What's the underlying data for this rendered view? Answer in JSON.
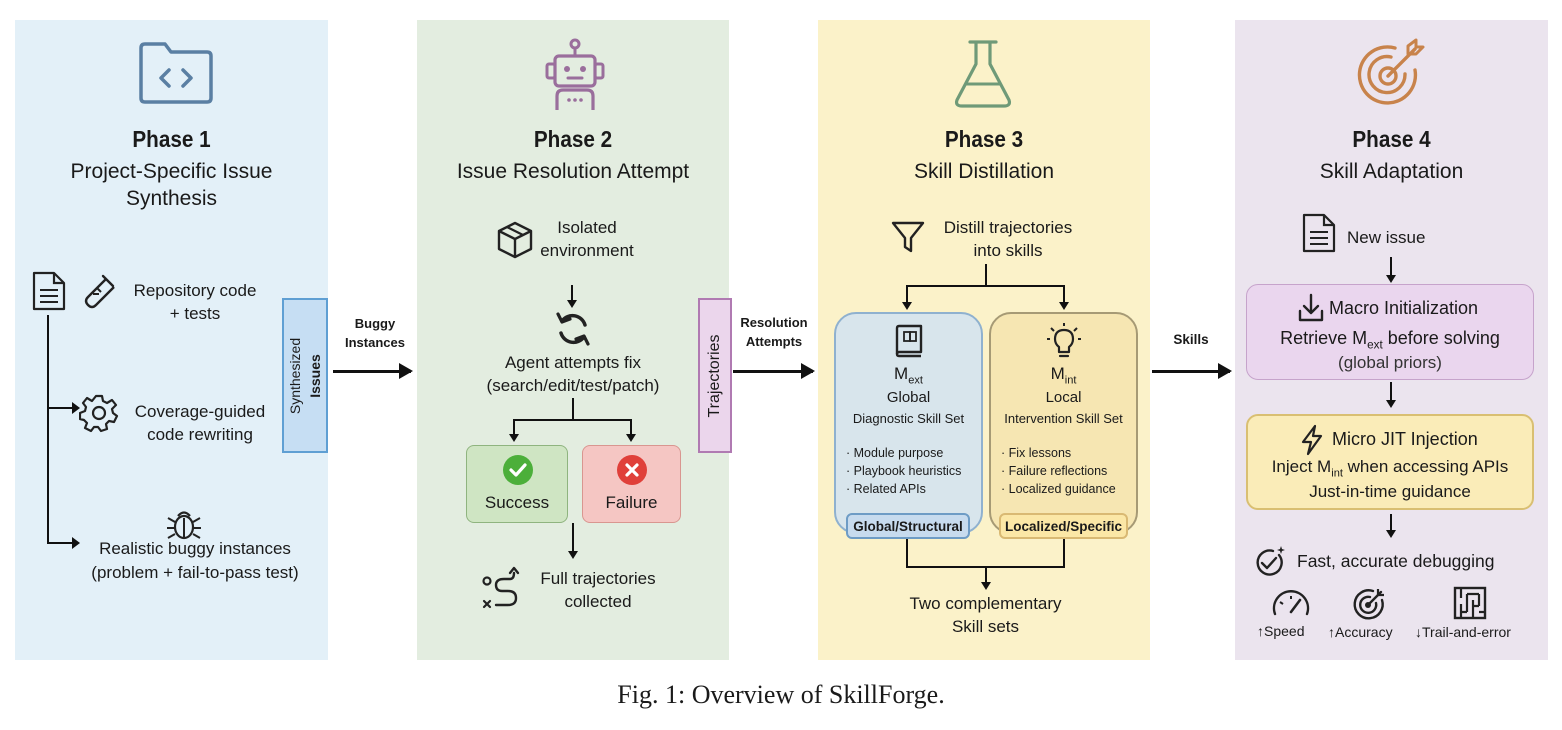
{
  "phase1": {
    "heading": "Phase 1",
    "title_line1": "Project-Specific Issue",
    "title_line2": "Synthesis",
    "repo_line1": "Repository code",
    "repo_line2": "+ tests",
    "coverage_line1": "Coverage-guided",
    "coverage_line2": "code rewriting",
    "buggy_line1": "Realistic buggy instances",
    "buggy_line2": "(problem + fail-to-pass test)",
    "box_line1": "Synthesized",
    "box_line2": "Issues"
  },
  "arrow1": {
    "line1": "Buggy",
    "line2": "Instances"
  },
  "phase2": {
    "heading": "Phase 2",
    "title": "Issue Resolution Attempt",
    "env_line1": "Isolated",
    "env_line2": "environment",
    "agent_line1": "Agent attempts fix",
    "agent_line2": "(search/edit/test/patch)",
    "success": "Success",
    "failure": "Failure",
    "traj_line1": "Full trajectories",
    "traj_line2": "collected",
    "box": "Trajectories"
  },
  "arrow2": {
    "line1": "Resolution",
    "line2": "Attempts"
  },
  "phase3": {
    "heading": "Phase 3",
    "title": "Skill Distillation",
    "distill_line1": "Distill trajectories",
    "distill_line2": "into skills",
    "global": {
      "m": "M",
      "sub": "ext",
      "name": "Global",
      "set": "Diagnostic Skill Set",
      "items": [
        "· Module purpose",
        "· Playbook heuristics",
        "· Related APIs"
      ],
      "tag": "Global/Structural"
    },
    "local": {
      "m": "M",
      "sub": "int",
      "name": "Local",
      "set": "Intervention Skill Set",
      "items": [
        "· Fix lessons",
        "· Failure reflections",
        "· Localized guidance"
      ],
      "tag": "Localized/Specific"
    },
    "bottom_line1": "Two complementary",
    "bottom_line2": "Skill sets"
  },
  "arrow3": {
    "label": "Skills"
  },
  "phase4": {
    "heading": "Phase 4",
    "title": "Skill Adaptation",
    "new_issue": "New issue",
    "macro_title": "Macro Initialization",
    "macro_pre": "Retrieve M",
    "macro_sub": "ext",
    "macro_post": " before solving",
    "macro_note": "(global priors)",
    "micro_title": "Micro JIT Injection",
    "micro_pre": "Inject M",
    "micro_sub": "int",
    "micro_post": " when accessing APIs",
    "micro_note": "Just-in-time guidance",
    "fast": "Fast, accurate debugging",
    "speed": "↑Speed",
    "accuracy": "↑Accuracy",
    "trail": "↓Trail-and-error"
  },
  "caption": "Fig. 1: Overview of SkillForge.",
  "colors": {
    "phase1_bg": "#e3f0f8",
    "phase2_bg": "#e3ede0",
    "phase3_bg": "#fbf2c9",
    "phase4_bg": "#ebe4ee",
    "success": "#4caf3a",
    "failure": "#e0403a",
    "macro": "#ead6ee",
    "micro": "#faecb8"
  }
}
